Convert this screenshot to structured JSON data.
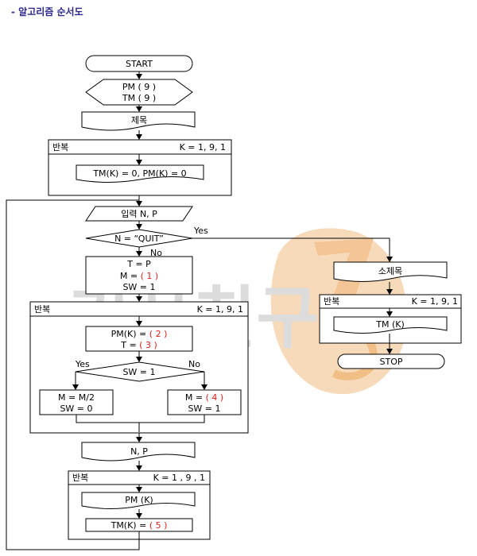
{
  "title": "- 알고리즘 순서도",
  "watermark": {
    "text": "기사친구",
    "colors": [
      "#f5c898",
      "#d8d8d8"
    ]
  },
  "nodes": {
    "start": "START",
    "prep_1": "PM ( 9 )",
    "prep_2": "TM ( 9 )",
    "title_print": "제목",
    "loop1_label": "반복",
    "loop1_range": "K = 1, 9, 1",
    "init": "TM(K) = 0, PM(K) = 0",
    "input": "입력 N, P",
    "decision_quit": "N = “QUIT”",
    "yes1": "Yes",
    "no1": "No",
    "assign_t": "T = P",
    "assign_m_prefix": "M = ",
    "blank1": "( 1 )",
    "assign_sw": "SW = 1",
    "loop2_label": "반복",
    "loop2_range": "K = 1, 9, 1",
    "pm_prefix": "PM(K) = ",
    "blank2": "( 2 )",
    "t_prefix": "T = ",
    "blank3": "( 3 )",
    "decision_sw": "SW = 1",
    "yes2": "Yes",
    "no2": "No",
    "left_m": "M = M/2",
    "left_sw": "SW = 0",
    "right_m_prefix": "M = ",
    "blank4": "( 4 )",
    "right_sw": "SW = 1",
    "print_np": "N, P",
    "loop3_label": "반복",
    "loop3_range": "K = 1 , 9 , 1",
    "print_pm": "PM (K)",
    "tm_prefix": "TM(K) = ",
    "blank5": "( 5 )",
    "subtitle": "소제목",
    "loop4_label": "반복",
    "loop4_range": "K = 1, 9, 1",
    "print_tm": "TM (K)",
    "stop": "STOP"
  },
  "colors": {
    "blank": "#e0201a",
    "title": "#2e2a8c",
    "line": "#000000"
  }
}
